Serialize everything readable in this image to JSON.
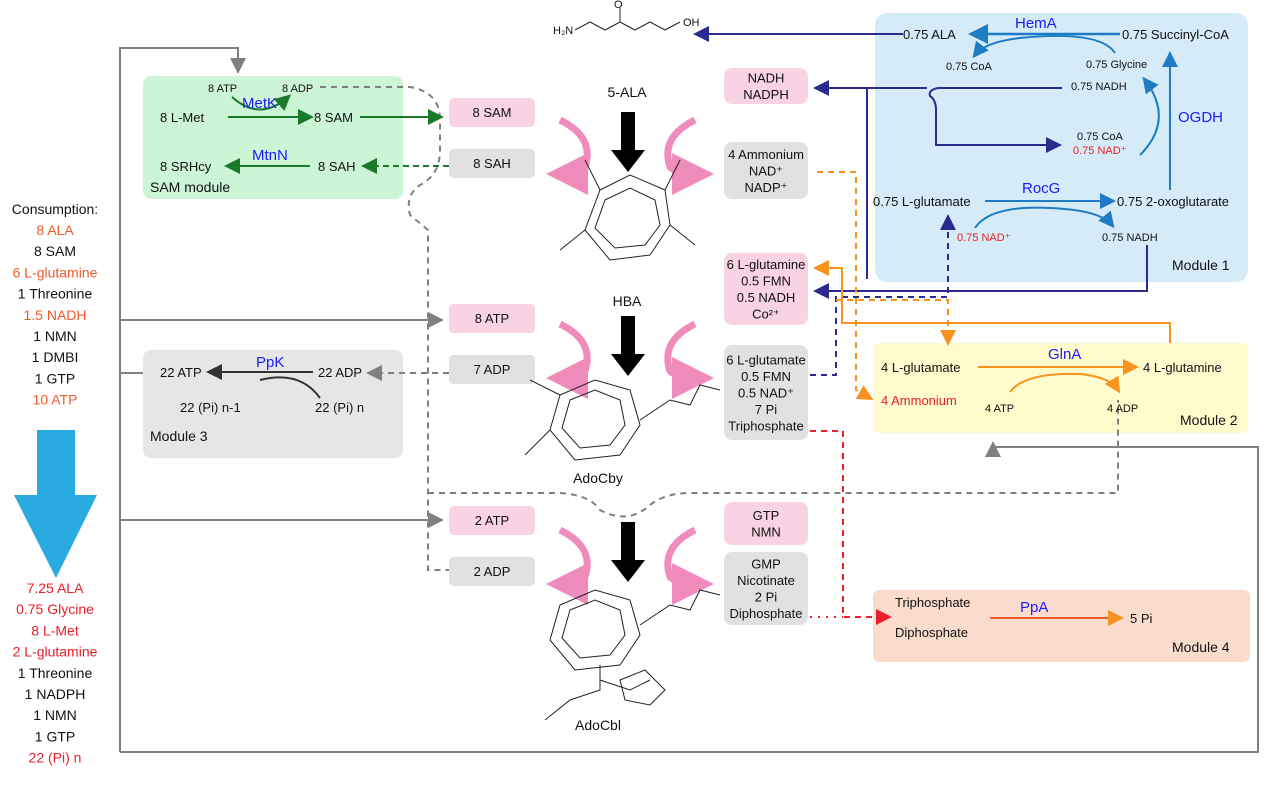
{
  "consumption": {
    "title": "Consumption:",
    "items": [
      {
        "label": "8 ALA",
        "color": "#f05a28"
      },
      {
        "label": "8 SAM",
        "color": "#111111"
      },
      {
        "label": "6 L-glutamine",
        "color": "#f05a28"
      },
      {
        "label": "1 Threonine",
        "color": "#111111"
      },
      {
        "label": "1.5 NADH",
        "color": "#f05a28"
      },
      {
        "label": "1 NMN",
        "color": "#111111"
      },
      {
        "label": "1 DMBI",
        "color": "#111111"
      },
      {
        "label": "1 GTP",
        "color": "#111111"
      },
      {
        "label": "10 ATP",
        "color": "#f05a28"
      }
    ]
  },
  "optimized": {
    "items": [
      {
        "label": "7.25 ALA",
        "color": "#e8202a"
      },
      {
        "label": "0.75 Glycine",
        "color": "#e8202a"
      },
      {
        "label": "8 L-Met",
        "color": "#e8202a"
      },
      {
        "label": "2 L-glutamine",
        "color": "#e8202a"
      },
      {
        "label": "1 Threonine",
        "color": "#111111"
      },
      {
        "label": "1 NADPH",
        "color": "#111111"
      },
      {
        "label": "1 NMN",
        "color": "#111111"
      },
      {
        "label": "1 GTP",
        "color": "#111111"
      },
      {
        "label": "22 (Pi) n",
        "color": "#e8202a"
      }
    ]
  },
  "sam_module": {
    "title": "SAM module",
    "atp": "8 ATP",
    "adp": "8 ADP",
    "enzyme1": "MetK",
    "met": "8 L-Met",
    "sam": "8 SAM",
    "srhcy": "8 SRHcy",
    "sah": "8 SAH",
    "enzyme2": "MtnN"
  },
  "module3": {
    "title": "Module 3",
    "enzyme": "PpK",
    "atp": "22 ATP",
    "adp": "22 ADP",
    "pin1": "22 (Pi) n-1",
    "pin": "22 (Pi) n"
  },
  "center_boxes": [
    "8 SAM",
    "8 SAH",
    "8 ATP",
    "7 ADP",
    "2 ATP",
    "2 ADP"
  ],
  "right_boxes": [
    [
      "NADH",
      "NADPH"
    ],
    [
      "4 Ammonium",
      "NAD⁺",
      "NADP⁺"
    ],
    [
      "6 L-glutamine",
      "0.5 FMN",
      "0.5 NADH",
      "Co²⁺"
    ],
    [
      "6 L-glutamate",
      "0.5 FMN",
      "0.5 NAD⁺",
      "7 Pi",
      "Triphosphate"
    ],
    [
      "GTP",
      "NMN"
    ],
    [
      "GMP",
      "Nicotinate",
      "2 Pi",
      "Diphosphate"
    ]
  ],
  "compounds": {
    "ala": "5-ALA",
    "hba": "HBA",
    "adocby": "AdoCby",
    "adocbl": "AdoCbl"
  },
  "module1": {
    "title": "Module 1",
    "ala": "0.75 ALA",
    "hema": "HemA",
    "succ": "0.75 Succinyl-CoA",
    "coa1": "0.75 CoA",
    "gly": "0.75 Glycine",
    "nadh1": "0.75 NADH",
    "coa2": "0.75 CoA",
    "nad1": "0.75 NAD⁺",
    "ogdh": "OGDH",
    "glu": "0.75 L-glutamate",
    "rocg": "RocG",
    "oxo": "0.75 2-oxoglutarate",
    "nad2": "0.75 NAD⁺",
    "nadh2": "0.75 NADH"
  },
  "module2": {
    "title": "Module 2",
    "glu": "4 L-glutamate",
    "glna": "GlnA",
    "gln": "4 L-glutamine",
    "amm": "4 Ammonium",
    "atp": "4 ATP",
    "adp": "4 ADP"
  },
  "module4": {
    "title": "Module 4",
    "tri": "Triphosphate",
    "di": "Diphosphate",
    "ppa": "PpA",
    "pi": "5 Pi"
  },
  "colors": {
    "module1_bg": "#d5ebf7",
    "module2_bg": "#fffbcc",
    "module3_bg": "#e6e6e6",
    "module4_bg": "#fadccc",
    "sam_bg": "#ccf5d5",
    "input_box": "#f9d3e3",
    "output_box": "#e1e1e1",
    "enzyme_text": "#1a1aff",
    "big_arrow": "#29abe2",
    "curved_arrow": "#f08cbc"
  }
}
